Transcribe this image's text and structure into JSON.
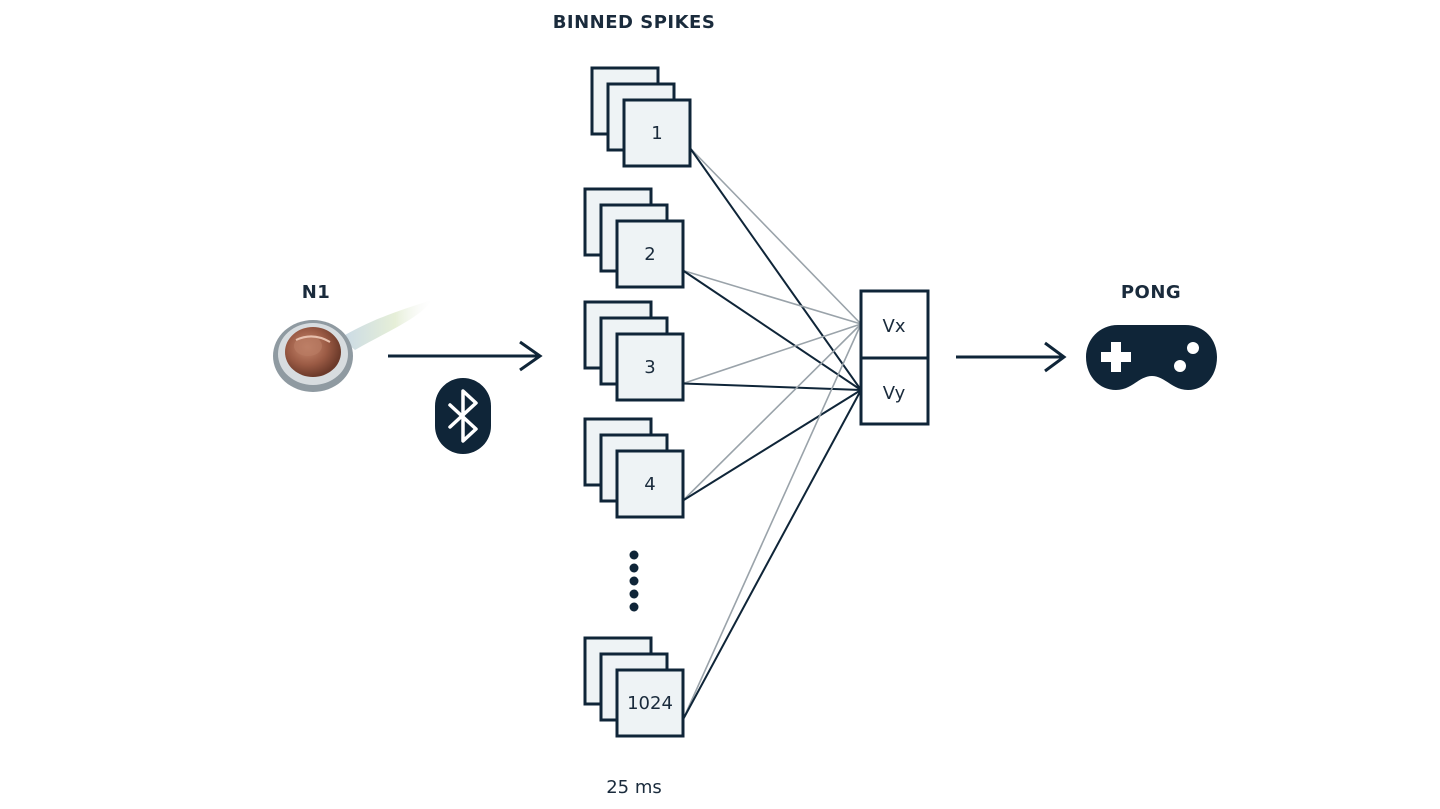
{
  "labels": {
    "binned_spikes": "BINNED SPIKES",
    "n1": "N1",
    "pong": "PONG",
    "bin_duration": "25 ms"
  },
  "channels": [
    "1",
    "2",
    "3",
    "4",
    "1024"
  ],
  "outputs": [
    "Vx",
    "Vy"
  ],
  "icons": {
    "implant": "n1-implant-icon",
    "wireless": "bluetooth-icon",
    "game": "gamepad-icon"
  },
  "colors": {
    "ink": "#0f2538",
    "card_fill": "#eef3f5",
    "faint_line": "#9aa3aa"
  }
}
